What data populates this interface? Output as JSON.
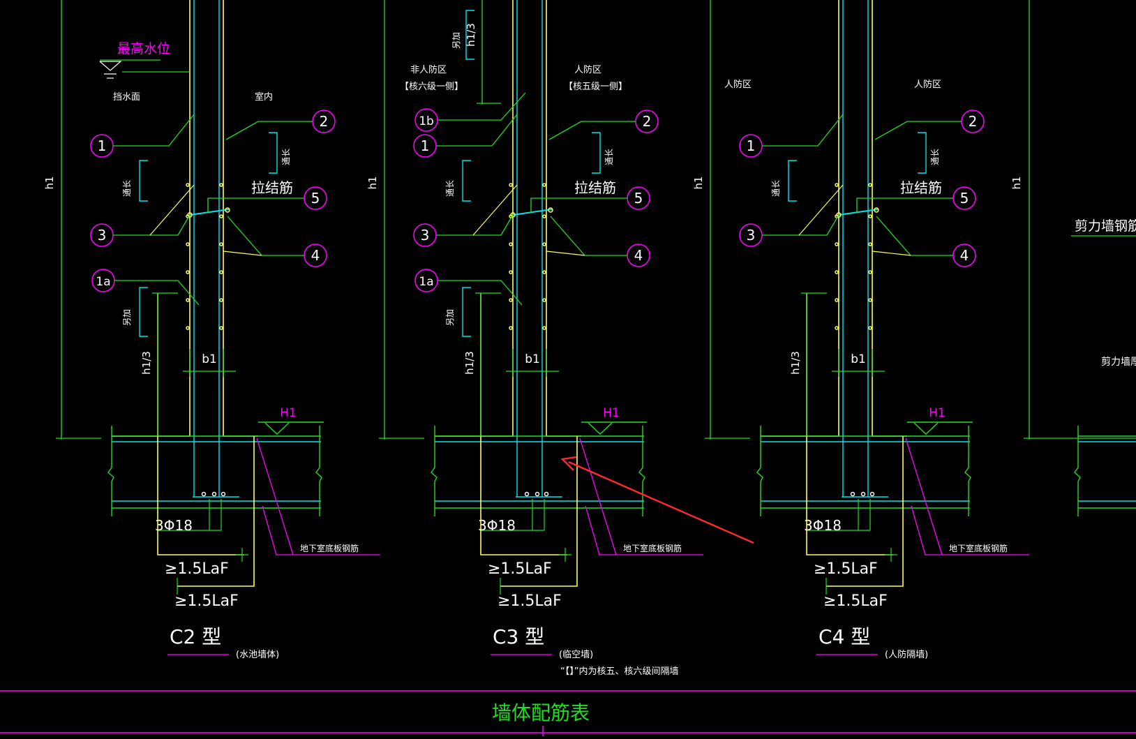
{
  "colors": {
    "background": "#000000",
    "yellow": "#ffff55",
    "cyan": "#00e5ee",
    "green": "#22dd22",
    "magenta": "#ff00ff",
    "white": "#ffffff",
    "red": "#ff2a2a"
  },
  "labels": {
    "water_level": "最高水位",
    "water_side": "挡水面",
    "indoor": "室内",
    "non_defense": "非人防区",
    "non_defense_note": "【核六级一侧】",
    "defense": "人防区",
    "defense_note": "【核五级一侧】",
    "defense_zone": "人防区",
    "tie_bar": "拉结筋",
    "shear_wall_rebar": "剪力墙钢筋",
    "shear_wall_thickness": "剪力墙厚",
    "slab_rebar": "地下室底板钢筋",
    "h1": "h1",
    "h1_third": "h1/3",
    "b1": "b1",
    "H1": "H1",
    "bars": "3Φ18",
    "anchorage": "≥1.5LaF",
    "through_length": "通长",
    "extra_bar": "另加",
    "table_title": "墙体配筋表"
  },
  "callouts": [
    "1",
    "1a",
    "1b",
    "2",
    "3",
    "4",
    "5"
  ],
  "details": [
    {
      "type": "C2 型",
      "note": "(水池墙体)",
      "extra": ""
    },
    {
      "type": "C3 型",
      "note": "(临空墙)",
      "extra": "“【】”内为核五、核六级间隔墙"
    },
    {
      "type": "C4 型",
      "note": "(人防隔墙)",
      "extra": ""
    }
  ]
}
